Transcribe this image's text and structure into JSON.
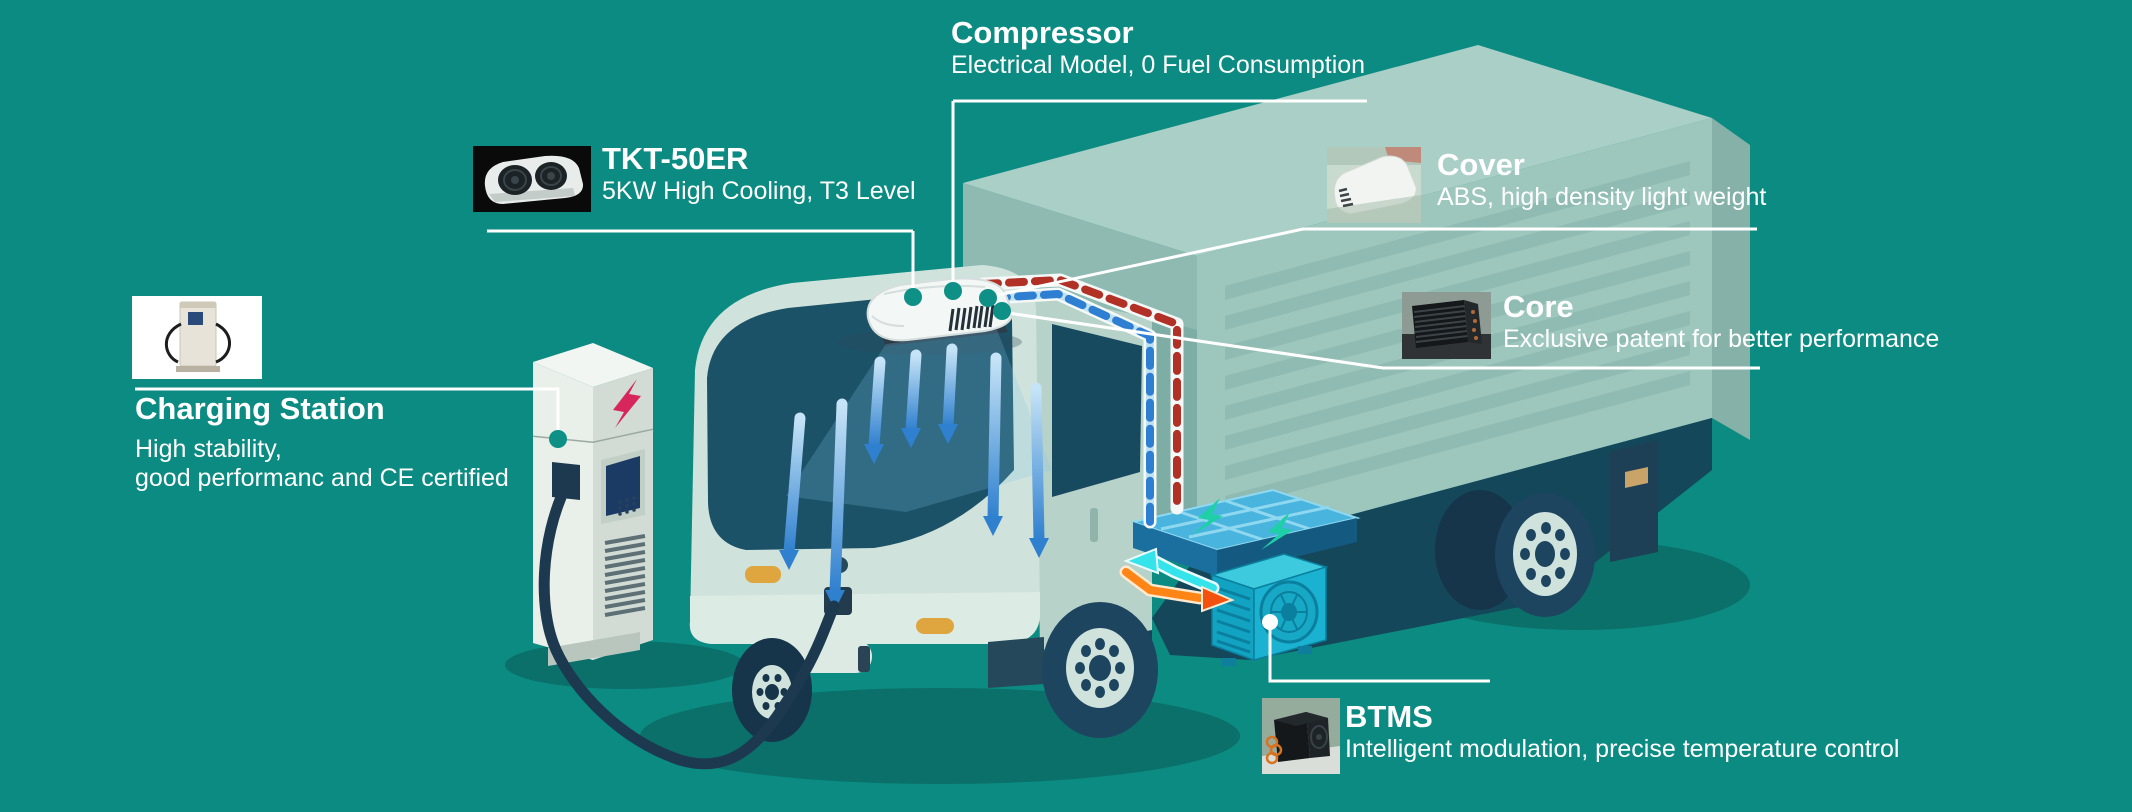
{
  "scene": {
    "background_color": "#0b8b81",
    "connector_color": "#ffffff",
    "connector_dot_color": "#0f9087",
    "text_color": "#ffffff",
    "pipe_hot_color": "#b23127",
    "pipe_cold_color": "#2e7ed2",
    "battery_color": "#49b4de",
    "btms_unit_color": "#1ab2d0",
    "bolt_color": "#d6265c"
  },
  "callouts": {
    "compressor": {
      "title": "Compressor",
      "subtitle": "Electrical Model, 0 Fuel Consumption"
    },
    "tkt_50er": {
      "title": "TKT-50ER",
      "subtitle": "5KW High Cooling, T3 Level"
    },
    "cover": {
      "title": "Cover",
      "subtitle": "ABS, high density light weight"
    },
    "core": {
      "title": "Core",
      "subtitle": "Exclusive patent for better performance"
    },
    "charging_station": {
      "title": "Charging Station",
      "subtitle_line1": "High stability,",
      "subtitle_line2": "good performanc and CE certified"
    },
    "btms": {
      "title": "BTMS",
      "subtitle": "Intelligent modulation, precise temperature control"
    }
  }
}
